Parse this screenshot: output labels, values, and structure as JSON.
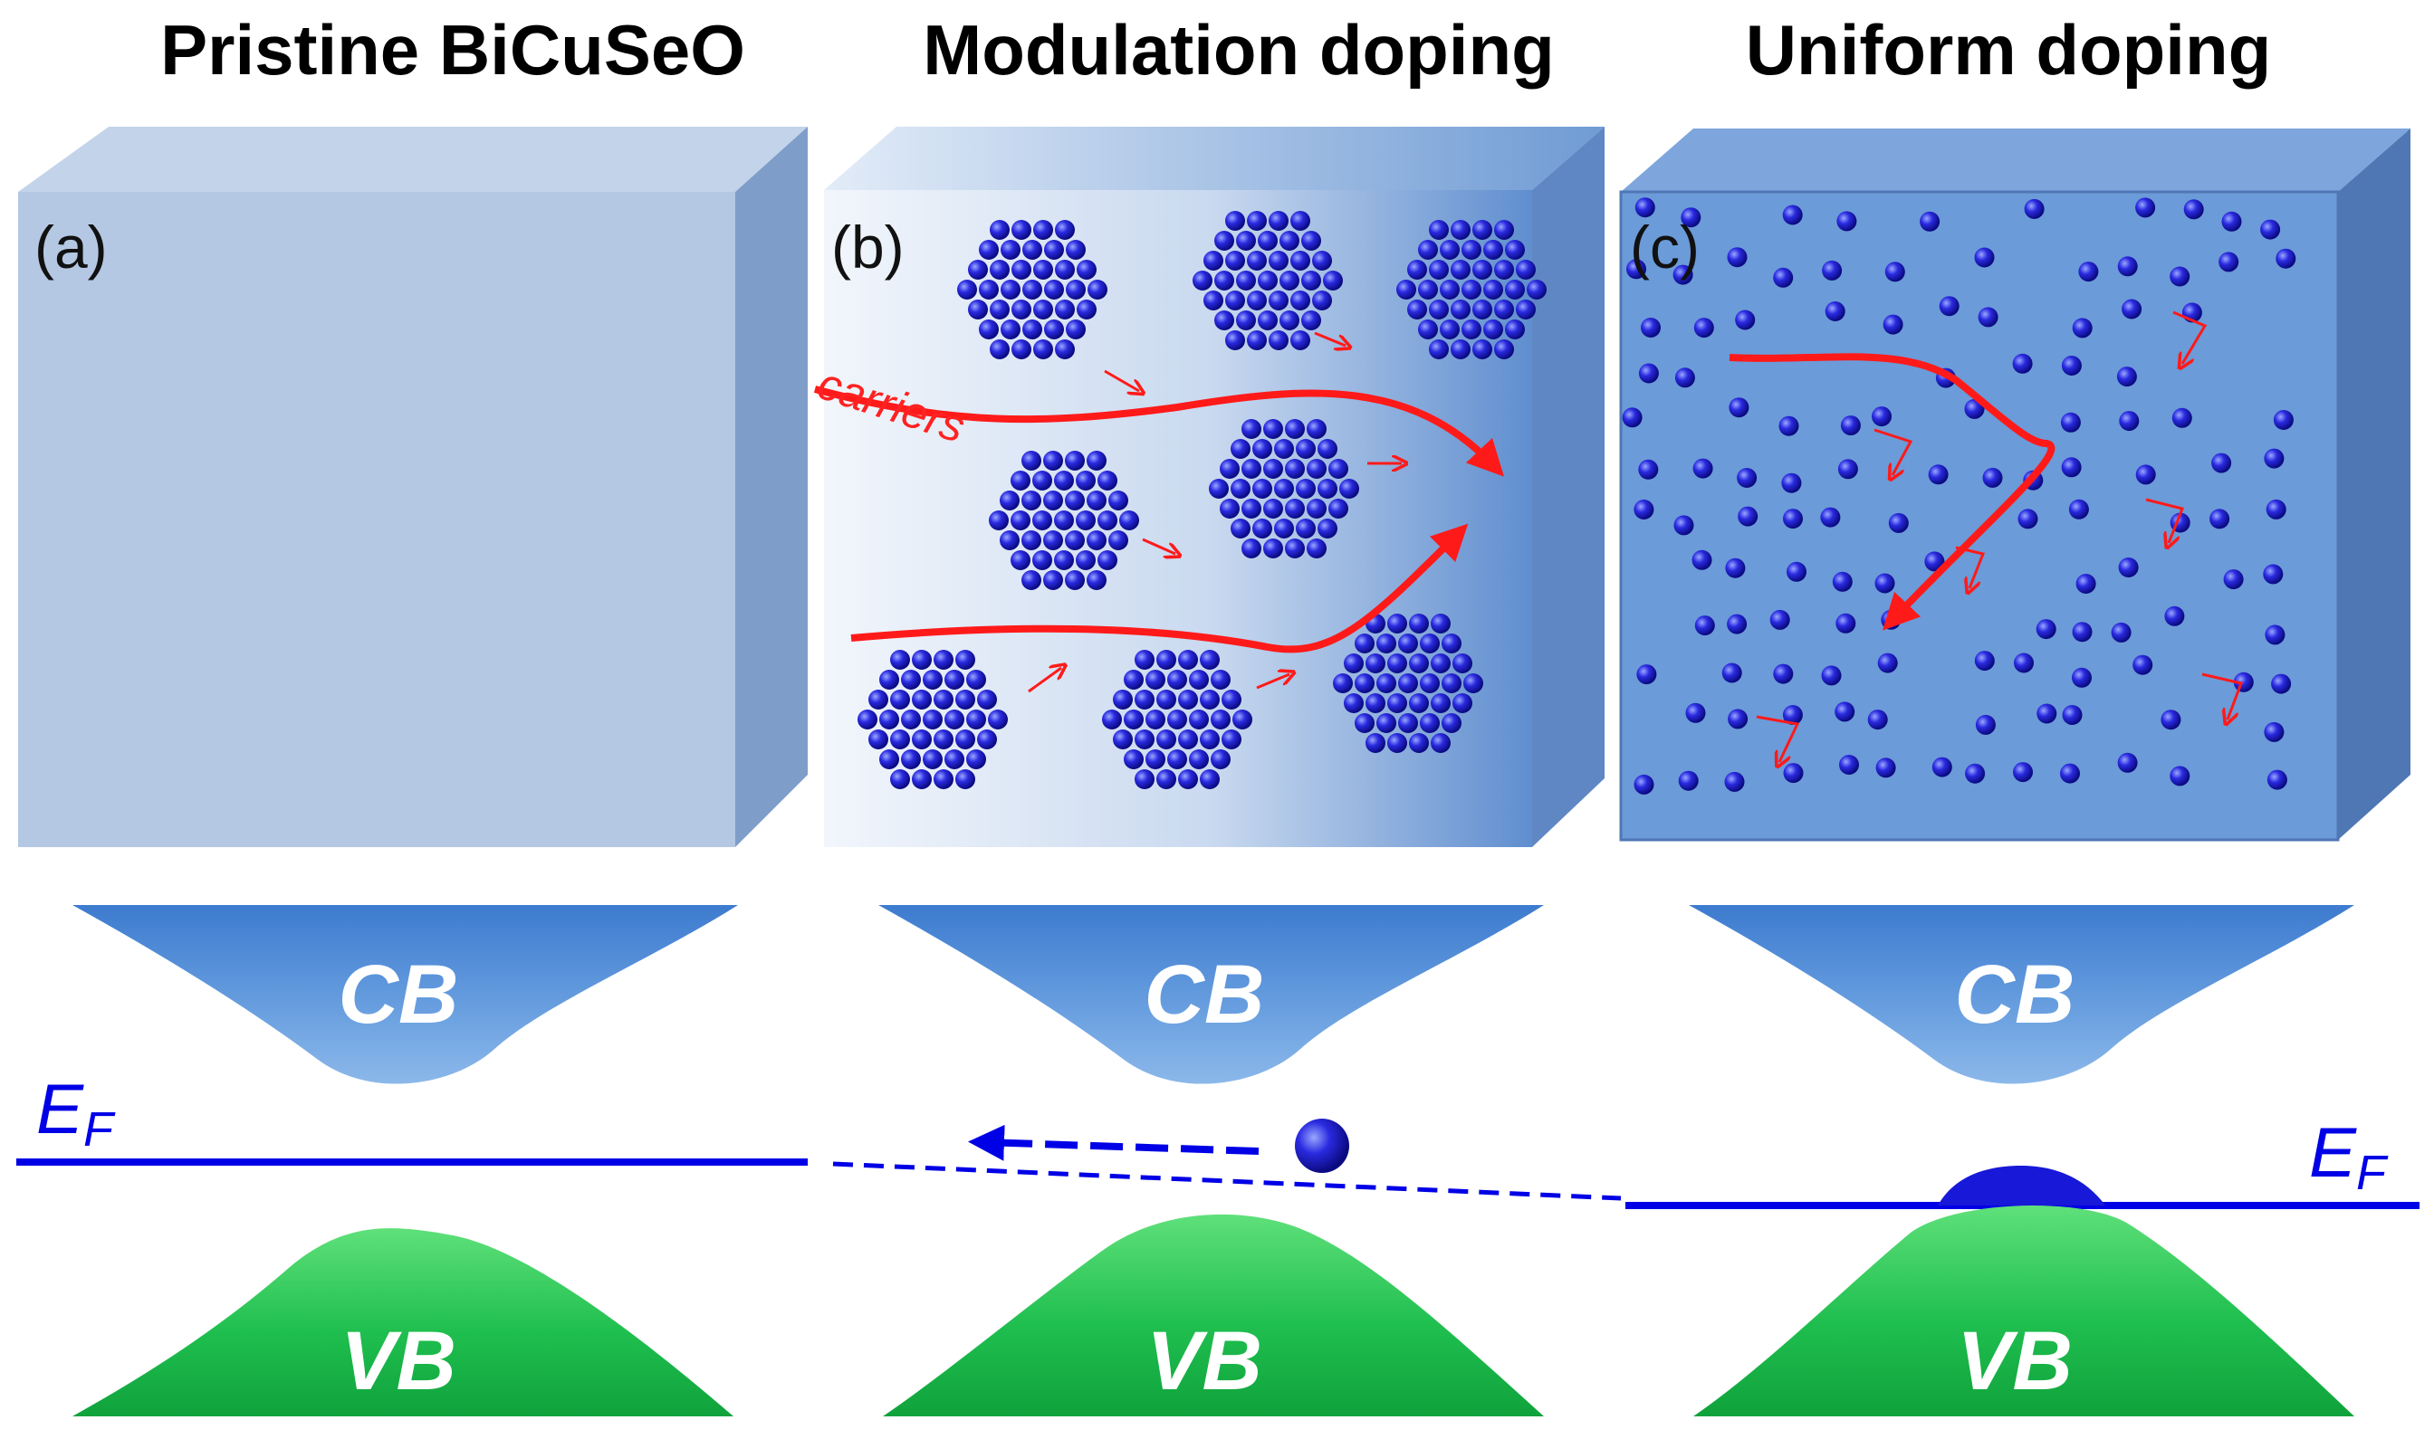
{
  "panels": [
    {
      "title": "Pristine BiCuSeO",
      "label": "(a)"
    },
    {
      "title": "Modulation doping",
      "label": "(b)",
      "annotation": "carriers"
    },
    {
      "title": "Uniform doping",
      "label": "(c)"
    }
  ],
  "bands": {
    "conduction": "CB",
    "valence": "VB"
  },
  "fermi": {
    "symbol": "E",
    "subscript": "F"
  },
  "colors": {
    "box_front_pristine": "#b4c8e3",
    "box_front_uniform": "#6b9bd8",
    "cube_side": "#6f8fbf",
    "dopant_atom": "#1a1acc",
    "conduction_band": "#5b92d6",
    "valence_band": "#1fbf4f",
    "fermi_level": "#0000e6",
    "carrier_path": "#ff1a1a"
  }
}
